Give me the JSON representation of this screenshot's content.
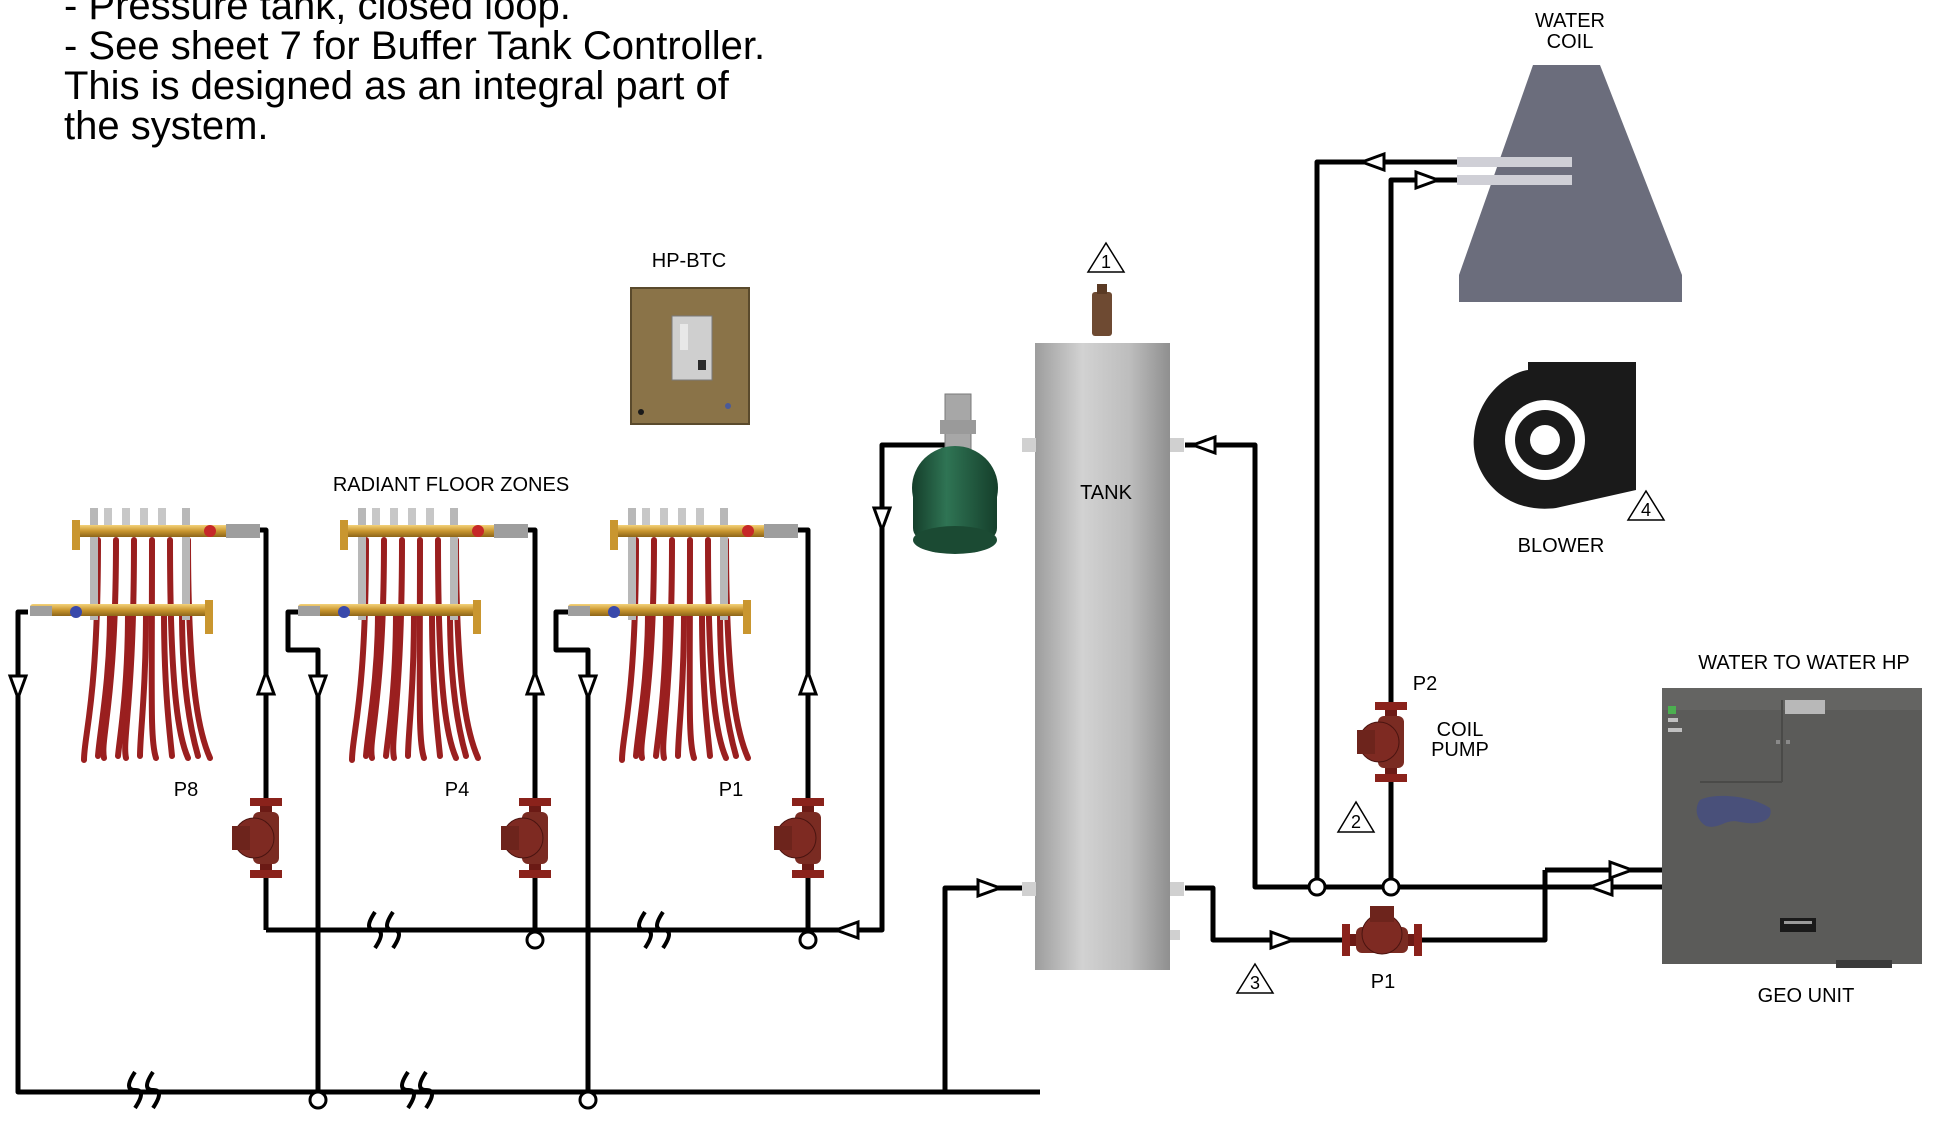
{
  "notes": [
    "- Pressure tank, closed loop.",
    "- See sheet 7 for Buffer Tank Controller.",
    "This is designed as an integral part of",
    "the system."
  ],
  "labels": {
    "water_coil_1": "WATER",
    "water_coil_2": "COIL",
    "hp_btc": "HP-BTC",
    "radiant": "RADIANT FLOOR ZONES",
    "tank": "TANK",
    "blower": "BLOWER",
    "water_to_water": "WATER TO WATER HP",
    "geo_unit": "GEO UNIT",
    "p2": "P2",
    "coil_pump_1": "COIL",
    "coil_pump_2": "PUMP",
    "p1_main": "P1",
    "zone_p8": "P8",
    "zone_p4": "P4",
    "zone_p1": "P1"
  },
  "callouts": [
    "1",
    "2",
    "3",
    "4"
  ],
  "colors": {
    "pipe": "#000000",
    "brass": "#d7a63a",
    "tubing": "#9a1f1f",
    "pump": "#7a1f1a",
    "tank": "#bdbdbd",
    "coil": "#6b6d7c",
    "expansion_tank": "#1f5a3e",
    "controller": "#8a7348",
    "geo_unit": "#5a5a58"
  }
}
